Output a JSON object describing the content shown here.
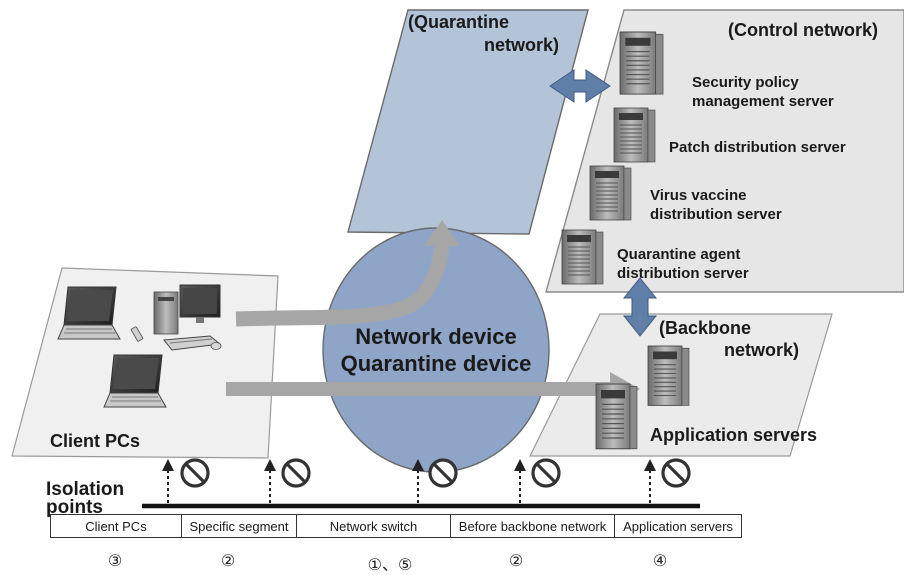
{
  "networks": {
    "quarantine_line1": "(Quarantine",
    "quarantine_line2": "network)",
    "control": "(Control network)",
    "backbone_line1": "(Backbone",
    "backbone_line2": "network)"
  },
  "control_servers": [
    {
      "line1": "Security policy",
      "line2": "management server"
    },
    {
      "line1": "Patch distribution server",
      "line2": ""
    },
    {
      "line1": "Virus vaccine",
      "line2": "distribution server"
    },
    {
      "line1": "Quarantine agent",
      "line2": "distribution server"
    }
  ],
  "device": {
    "line1": "Network device",
    "line2": "Quarantine device"
  },
  "client_pcs": "Client PCs",
  "application_servers": "Application servers",
  "isolation": {
    "line1": "Isolation",
    "line2": "points"
  },
  "isolation_points": [
    {
      "label": "Client PCs",
      "number": "③"
    },
    {
      "label": "Specific segment",
      "number": "②"
    },
    {
      "label": "Network switch",
      "number": "①、⑤"
    },
    {
      "label": "Before backbone network",
      "number": "②"
    },
    {
      "label": "Application servers",
      "number": "④"
    }
  ],
  "colors": {
    "quarantine_fill": "#b4c4d8",
    "device_fill": "#8ea5c8",
    "panel_fill": "#f0f0f0",
    "arrow_gray": "#a6a6a6",
    "link_blue": "#5f7ea8"
  }
}
